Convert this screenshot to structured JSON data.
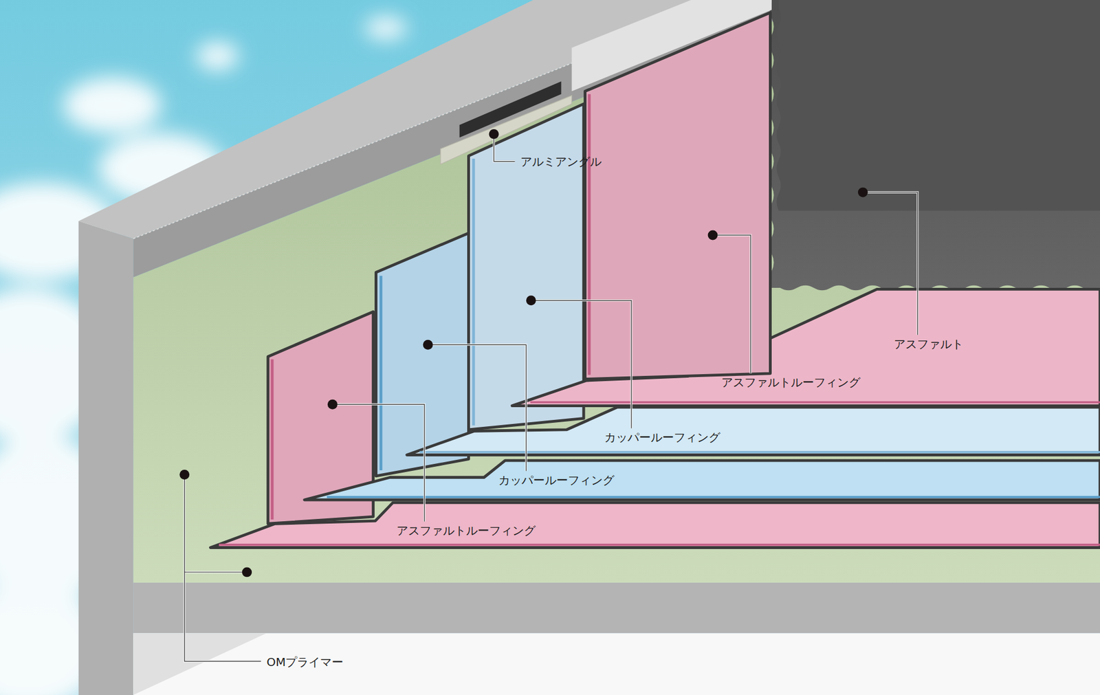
{
  "diagram": {
    "labels": [
      "アルミアングル",
      "アスファルト",
      "アスファルトルーフィング",
      "カッパールーフィング",
      "カッパールーフィング",
      "アスファルトルーフィング",
      "OMプライマー"
    ]
  }
}
